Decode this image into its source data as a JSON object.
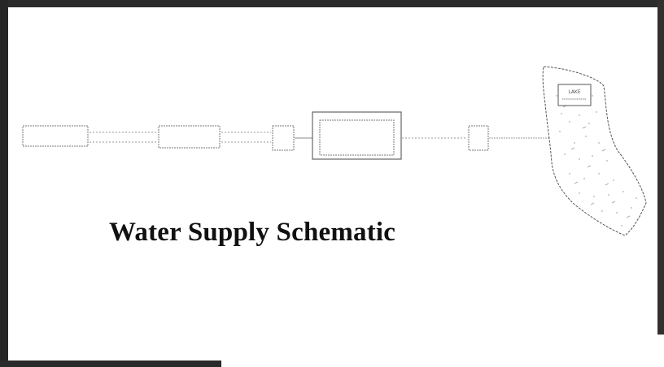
{
  "title": "Water Supply Schematic",
  "diagram": {
    "lake_label": "LAKE",
    "nodes": [
      {
        "id": "source",
        "label_line1": "",
        "label_line2": ""
      },
      {
        "id": "station",
        "label_line1": "",
        "label_line2": ""
      },
      {
        "id": "valve1",
        "label_line1": "",
        "label_line2": ""
      },
      {
        "id": "plant",
        "label_line1": "",
        "label_line2": ""
      },
      {
        "id": "valve2",
        "label_line1": "",
        "label_line2": ""
      }
    ],
    "pipes": [
      {
        "label": ""
      },
      {
        "label": ""
      },
      {
        "label": ""
      },
      {
        "label": ""
      },
      {
        "label": ""
      }
    ]
  },
  "footer_text": ""
}
